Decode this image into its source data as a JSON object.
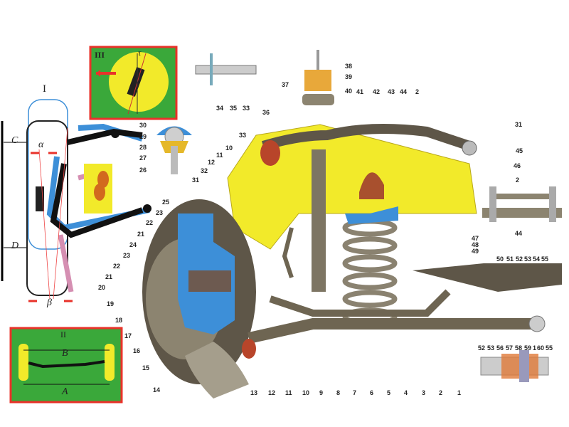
{
  "views": {
    "view_1": "I",
    "view_2": "II",
    "view_3": "III"
  },
  "dimensions": {
    "c": "C",
    "d": "D",
    "alpha": "α",
    "beta": "β",
    "a": "A",
    "b": "B",
    "tau": "τ"
  },
  "labels": {
    "bottom": [
      "13",
      "12",
      "11",
      "10",
      "9",
      "8",
      "7",
      "6",
      "5",
      "4",
      "3",
      "2",
      "1"
    ],
    "hub": [
      "25",
      "23",
      "22",
      "21",
      "24",
      "23",
      "22",
      "21",
      "20",
      "19",
      "18",
      "17",
      "16",
      "15",
      "14"
    ],
    "upper_left": [
      "31",
      "32",
      "12",
      "11",
      "10",
      "33",
      "36"
    ],
    "ball_joint": [
      "30",
      "29",
      "28",
      "27",
      "26"
    ],
    "shaft": [
      "34",
      "35",
      "33"
    ],
    "bushing": [
      "38",
      "39",
      "37",
      "40"
    ],
    "upper_arm": [
      "41",
      "42",
      "43",
      "44",
      "2"
    ],
    "right_detail": [
      "31",
      "45",
      "46",
      "2",
      "44"
    ],
    "bracket": [
      "47",
      "48",
      "49"
    ],
    "lower_pivot": [
      "50",
      "51",
      "52",
      "53",
      "54",
      "55"
    ],
    "lower_bushing": [
      "52",
      "53",
      "56",
      "57",
      "58",
      "59",
      "1",
      "60",
      "55"
    ]
  },
  "colors": {
    "inset_bg": "#3aa83a",
    "inset_border": "#e8322a",
    "yellow": "#f2ea2a",
    "blue": "#3d8fd8",
    "metal": "#6e6552",
    "rubber": "#b8452a"
  }
}
